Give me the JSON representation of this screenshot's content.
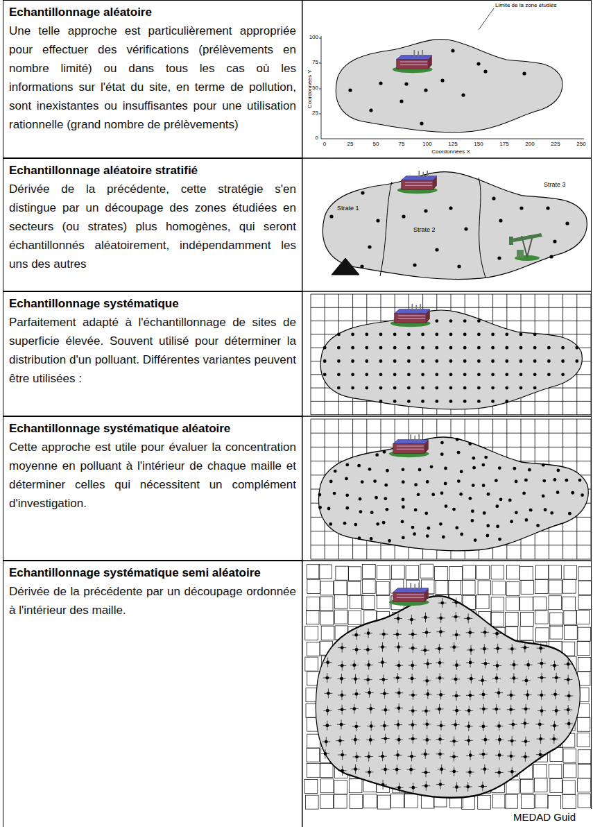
{
  "diagram": {
    "nodes": [
      {
        "text": [
          "Echantillonnage aléatoire",
          "Une telle approche est particulièrement appropriée pour effectuer des vérifications (prélèvements en nombre limité) ou dans tous les cas où les informations sur l'état du site, en terme de pollution, sont inexistantes ou insuffisantes pour une utilisation rationnelle (grand nombre de prélèvements)"
        ]
      },
      {
        "text": [
          "Echantillonnage aléatoire stratifié",
          "Dérivée de la précédente, cette stratégie s'en distingue par un découpage des zones étudiées en secteurs (ou strates) plus homogènes, qui seront échantillonnés aléatoirement, indépendamment les uns des autres"
        ]
      },
      {
        "text": [
          "Echantillonnage systématique",
          "Parfaitement adapté à l'échantillonnage de sites de superficie élevée. Souvent utilisé pour déterminer la distribution d'un polluant. Différentes variantes peuvent être utilisées :"
        ]
      },
      {
        "text": [
          "Echantillonnage systématique aléatoire",
          "Cette approche est utile pour évaluer la concentration moyenne en polluant à l'intérieur de chaque maille et déterminer celles qui nécessitent un complément d'investigation."
        ]
      },
      {
        "text": [
          "Echantillonnage systématique semi aléatoire",
          "Dérivée de la précédente par un découpage ordonnée à l'intérieur des maille."
        ]
      }
    ],
    "labels": [
      "Limite de la zone étudiés",
      "Coordonnées Y",
      "100",
      "75",
      "50",
      "25",
      "0",
      "0",
      "25",
      "50",
      "75",
      "100",
      "125",
      "150",
      "175",
      "200",
      "225",
      "250",
      "Coordonnées X",
      "Strate 1",
      "Strate 2",
      "Strate 3",
      "MEDAD Guid"
    ]
  }
}
